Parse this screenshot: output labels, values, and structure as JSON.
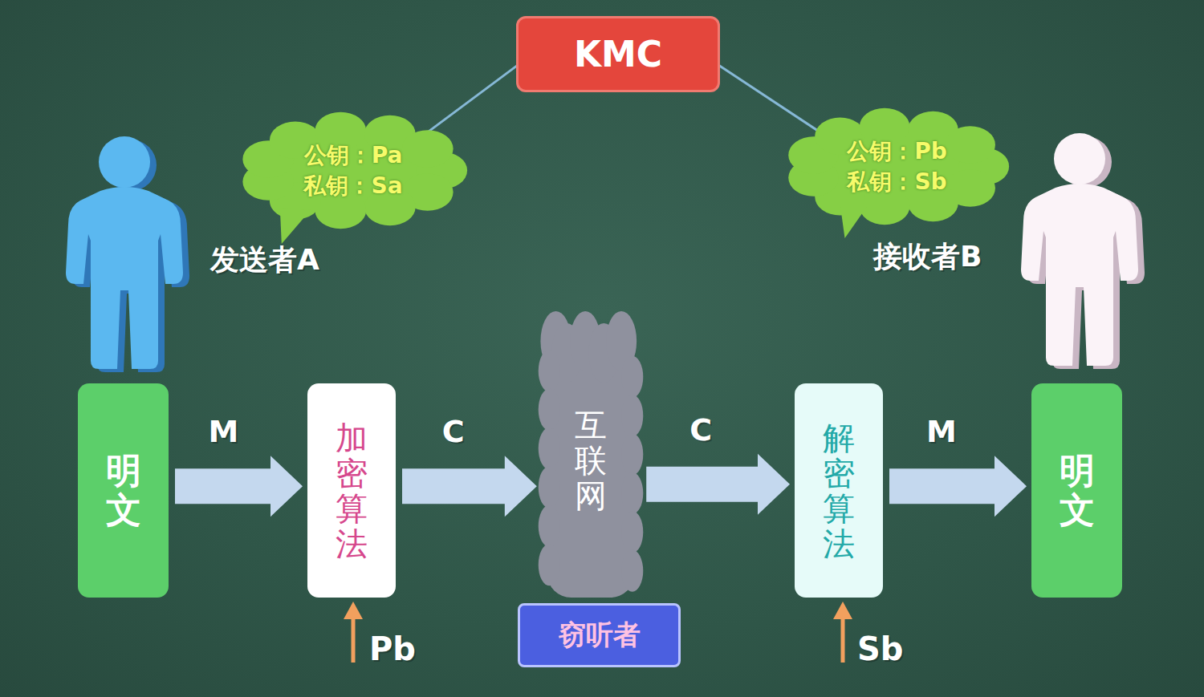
{
  "diagram": {
    "nodes": [
      {
        "text": [
          "KMC"
        ]
      },
      {
        "text": [
          "公钥：Pa",
          "私钥：Sa"
        ]
      },
      {
        "text": [
          "公钥：Pb",
          "私钥：Sb"
        ]
      },
      {
        "text": [
          "明文"
        ]
      },
      {
        "text": [
          "加密算法"
        ]
      },
      {
        "text": [
          "互联网"
        ]
      },
      {
        "text": [
          "窃听者"
        ]
      },
      {
        "text": [
          "解密算法"
        ]
      },
      {
        "text": [
          "明文"
        ]
      }
    ],
    "edges": [
      {
        "from": 0,
        "to": 1,
        "arrow": "none"
      },
      {
        "from": 0,
        "to": 2,
        "arrow": "none"
      },
      {
        "from": 3,
        "to": 4,
        "label": "M",
        "arrow": "to"
      },
      {
        "from": 4,
        "to": 5,
        "label": "C",
        "arrow": "to"
      },
      {
        "from": 5,
        "to": 7,
        "label": "C",
        "arrow": "to"
      },
      {
        "from": 7,
        "to": 8,
        "label": "M",
        "arrow": "to"
      }
    ],
    "labels": [
      "发送者A",
      "接收者B",
      "Pb",
      "Sb"
    ]
  }
}
